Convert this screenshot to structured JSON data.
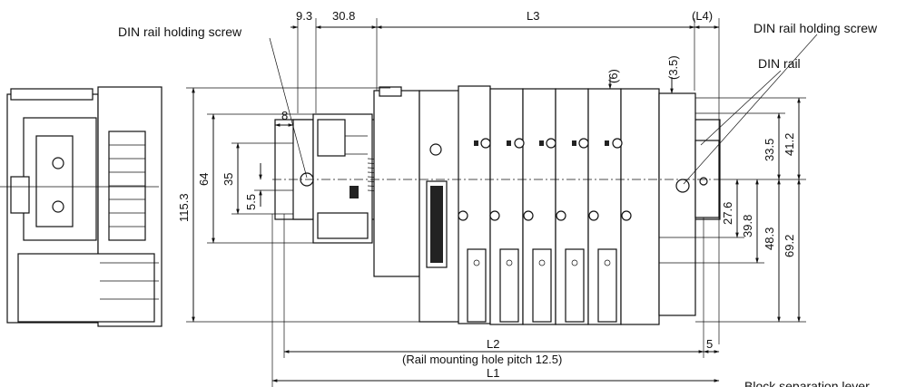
{
  "labels": {
    "din_screw_left": "DIN rail holding screw",
    "din_screw_right": "DIN rail holding screw",
    "din_rail": "DIN rail",
    "block_sep": "Block separation lever"
  },
  "dims": {
    "d9_3": "9.3",
    "d30_8": "30.8",
    "L3": "L3",
    "L4": "(L4)",
    "d8": "8",
    "d6": "(6)",
    "d3_5": "(3.5)",
    "d64": "64",
    "d115_3": "115.3",
    "d35": "35",
    "d5_5": "5.5",
    "d33_5": "33.5",
    "d41_2": "41.2",
    "d27_6": "27.6",
    "d39_8": "39.8",
    "d48_3": "48.3",
    "d69_2": "69.2",
    "L2": "L2",
    "pitch": "(Rail mounting hole pitch 12.5)",
    "L1": "L1",
    "d5": "5"
  }
}
